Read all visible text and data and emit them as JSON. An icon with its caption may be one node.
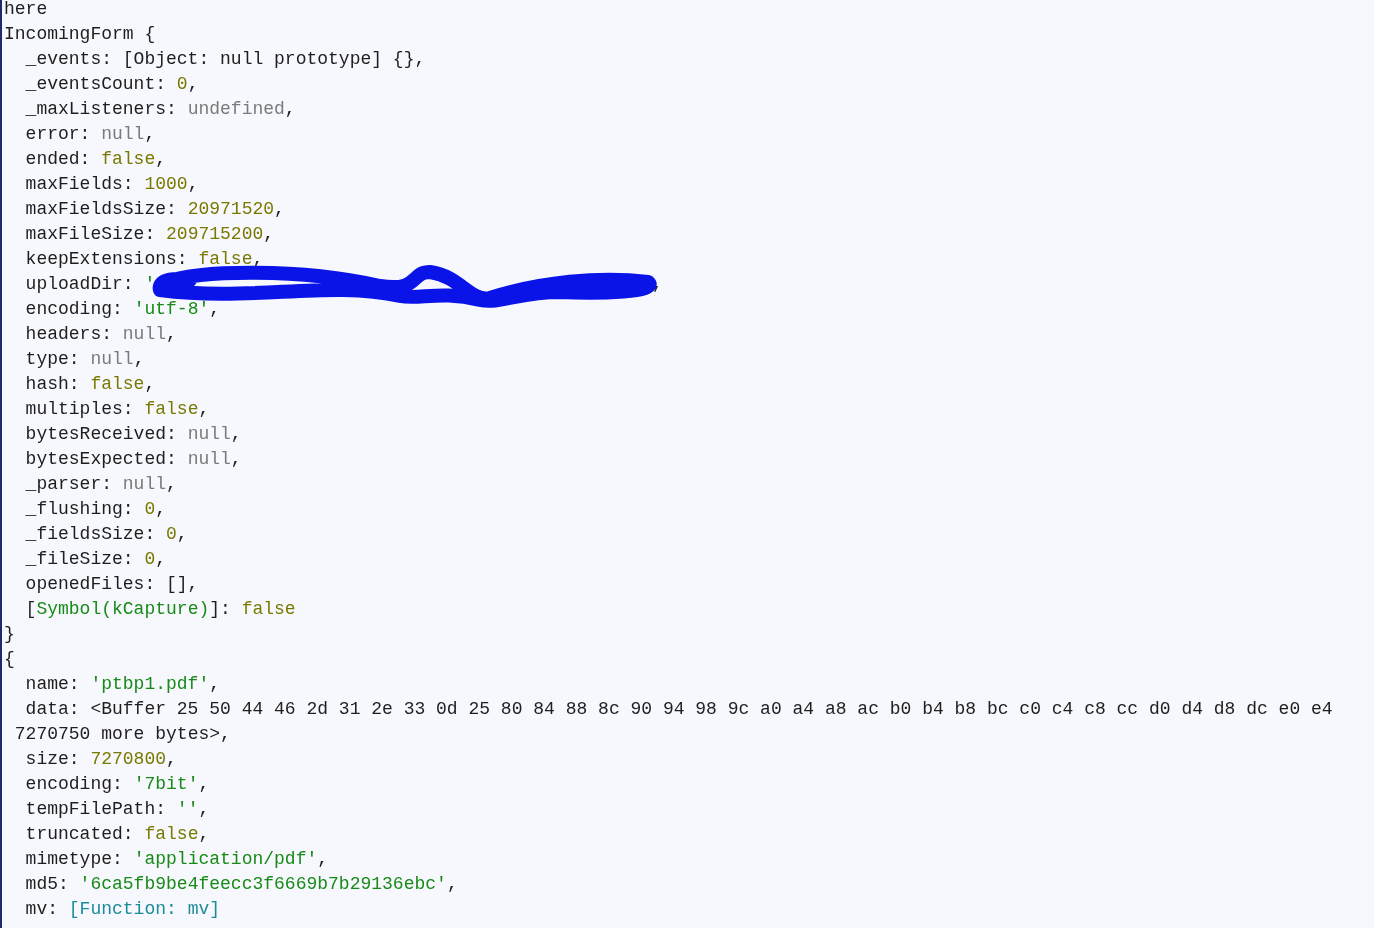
{
  "diagram": {
    "labels": [
      "here",
      "IncomingForm {",
      "_events: [Object: null prototype] {},",
      "_eventsCount: 0,",
      "_maxListeners: undefined,",
      "error: null,",
      "ended: false,",
      "maxFields: 1000,",
      "maxFieldsSize: 20971520,",
      "maxFileSize: 209715200,",
      "keepExtensions: false,",
      "uploadDir: '",
      ",",
      "encoding: 'utf-8',",
      "headers: null,",
      "type: null,",
      "hash: false,",
      "multiples: false,",
      "bytesReceived: null,",
      "bytesExpected: null,",
      "_parser: null,",
      "_flushing: 0,",
      "_fieldsSize: 0,",
      "_fileSize: 0,",
      "openedFiles: [],",
      "[Symbol(kCapture)]: false",
      "}",
      "{",
      "name: 'ptbp1.pdf',",
      "data: <Buffer 25 50 44 46 2d 31 2e 33 0d 25 80 84 88 8c 90 94 98 9c a0 a4 a8 ac b0 b4 b8 bc c0 c4 c8 cc d0 d4 d8 dc e0 e4",
      "7270750 more bytes>,",
      "size: 7270800,",
      "encoding: '7bit',",
      "tempFilePath: '',",
      "truncated: false,",
      "mimetype: 'application/pdf',",
      "md5: '6ca5fb9be4feecc3f6669b7b29136ebc',",
      "mv: [Function: mv]"
    ]
  }
}
